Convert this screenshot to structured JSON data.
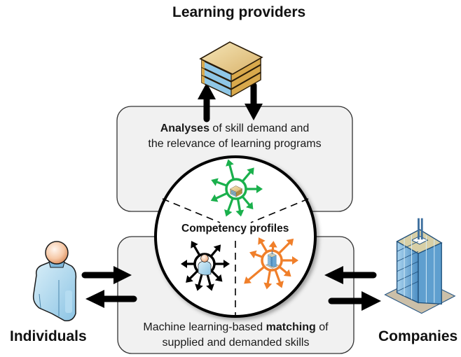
{
  "actors": {
    "top": {
      "label": "Learning providers",
      "icon": "books-stack-icon"
    },
    "left": {
      "label": "Individuals",
      "icon": "person-icon"
    },
    "right": {
      "label": "Companies",
      "icon": "office-building-icon"
    }
  },
  "boxes": {
    "top": {
      "bold": "Analyses",
      "line1_rest": " of skill demand and",
      "line2": "the relevance of learning programs"
    },
    "bottom": {
      "line1_pre": "Machine learning-based ",
      "bold": "matching",
      "line1_post": " of",
      "line2": "supplied and demanded skills"
    }
  },
  "center": {
    "label": "Competency profiles",
    "segments": [
      {
        "name": "learning-programs",
        "color": "#1ab04c",
        "icon": "books-stack-icon"
      },
      {
        "name": "individuals",
        "color": "#000000",
        "icon": "person-icon"
      },
      {
        "name": "companies",
        "color": "#f07f2a",
        "icon": "office-building-icon"
      }
    ]
  },
  "colors": {
    "box_fill": "#f1f1f1",
    "box_stroke": "#333333",
    "green": "#1ab04c",
    "orange": "#f07f2a",
    "black": "#000000"
  }
}
